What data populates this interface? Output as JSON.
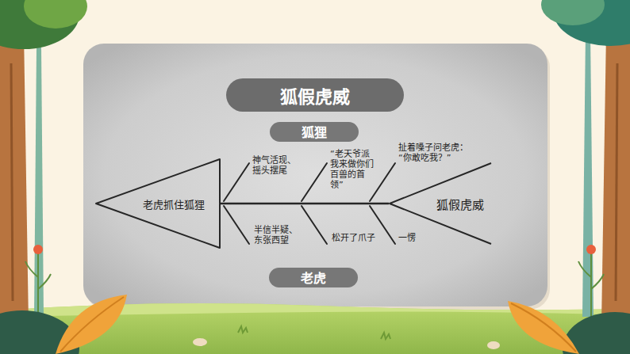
{
  "diagram": {
    "title": "狐假虎威",
    "nodes": [
      {
        "text": [
          "狐狸"
        ]
      },
      {
        "text": [
          "老虎抓住狐狸"
        ]
      },
      {
        "text": [
          "狐假虎威"
        ]
      },
      {
        "text": [
          "老虎"
        ]
      }
    ],
    "edges": [
      {
        "from": 1,
        "to": 2,
        "arrow": "none"
      }
    ],
    "labels": [
      "神气活现、摇头摆尾",
      "“老天爷派我来做你们百兽的首领”",
      "扯着嗓子问老虎：“你敢吃我？”",
      "半信半疑、东张西望",
      "松开了爪子",
      "一愣"
    ]
  }
}
